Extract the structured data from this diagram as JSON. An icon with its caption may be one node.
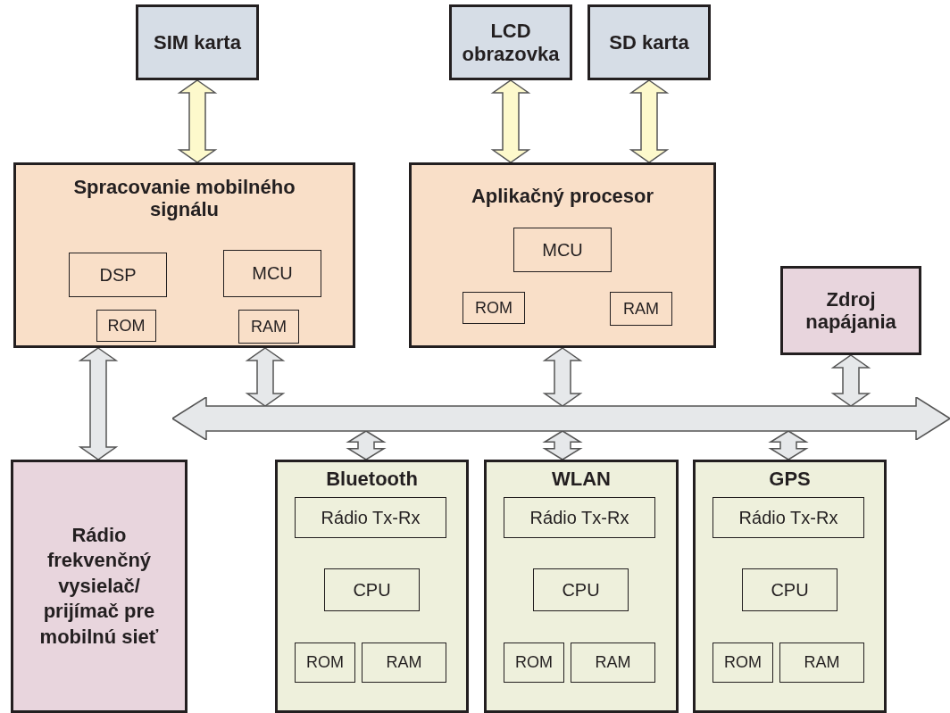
{
  "diagram": {
    "nodes": [
      {
        "text": [
          "SIM karta"
        ]
      },
      {
        "text": [
          "LCD obrazovka"
        ]
      },
      {
        "text": [
          "SD karta"
        ]
      },
      {
        "text": [
          "Spracovanie mobilného signálu"
        ]
      },
      {
        "text": [
          "DSP"
        ],
        "in": 3
      },
      {
        "text": [
          "MCU"
        ],
        "in": 3
      },
      {
        "text": [
          "ROM"
        ],
        "in": 3
      },
      {
        "text": [
          "RAM"
        ],
        "in": 3
      },
      {
        "text": [
          "Aplikačný procesor"
        ]
      },
      {
        "text": [
          "MCU"
        ],
        "in": 8
      },
      {
        "text": [
          "ROM"
        ],
        "in": 8
      },
      {
        "text": [
          "RAM"
        ],
        "in": 8
      },
      {
        "text": [
          "Zdroj napájania"
        ]
      },
      {
        "text": [],
        "shape": "bar"
      },
      {
        "text": [
          "Rádio frekvenčný vysielač/ prijímač pre mobilnú sieť"
        ]
      },
      {
        "text": [
          "Bluetooth"
        ]
      },
      {
        "text": [
          "Rádio Tx-Rx"
        ],
        "in": 15
      },
      {
        "text": [
          "CPU"
        ],
        "in": 15
      },
      {
        "text": [
          "ROM"
        ],
        "in": 15
      },
      {
        "text": [
          "RAM"
        ],
        "in": 15
      },
      {
        "text": [
          "WLAN"
        ]
      },
      {
        "text": [
          "Rádio Tx-Rx"
        ],
        "in": 20
      },
      {
        "text": [
          "CPU"
        ],
        "in": 20
      },
      {
        "text": [
          "ROM"
        ],
        "in": 20
      },
      {
        "text": [
          "RAM"
        ],
        "in": 20
      },
      {
        "text": [
          "GPS"
        ]
      },
      {
        "text": [
          "Rádio Tx-Rx"
        ],
        "in": 25
      },
      {
        "text": [
          "CPU"
        ],
        "in": 25
      },
      {
        "text": [
          "ROM"
        ],
        "in": 25
      },
      {
        "text": [
          "RAM"
        ],
        "in": 25
      }
    ],
    "edges": [
      {
        "from": 0,
        "to": 3,
        "arrow": "both",
        "color": "#fdf9cc"
      },
      {
        "from": 1,
        "to": 8,
        "arrow": "both",
        "color": "#fdf9cc"
      },
      {
        "from": 2,
        "to": 8,
        "arrow": "both",
        "color": "#fdf9cc"
      },
      {
        "from": 3,
        "to": 13,
        "arrow": "both"
      },
      {
        "from": 8,
        "to": 13,
        "arrow": "both"
      },
      {
        "from": 12,
        "to": 13,
        "arrow": "both"
      },
      {
        "from": 3,
        "to": 14,
        "arrow": "both"
      },
      {
        "from": 13,
        "to": 15,
        "arrow": "both"
      },
      {
        "from": 13,
        "to": 20,
        "arrow": "both"
      },
      {
        "from": 13,
        "to": 25,
        "arrow": "both"
      }
    ]
  }
}
